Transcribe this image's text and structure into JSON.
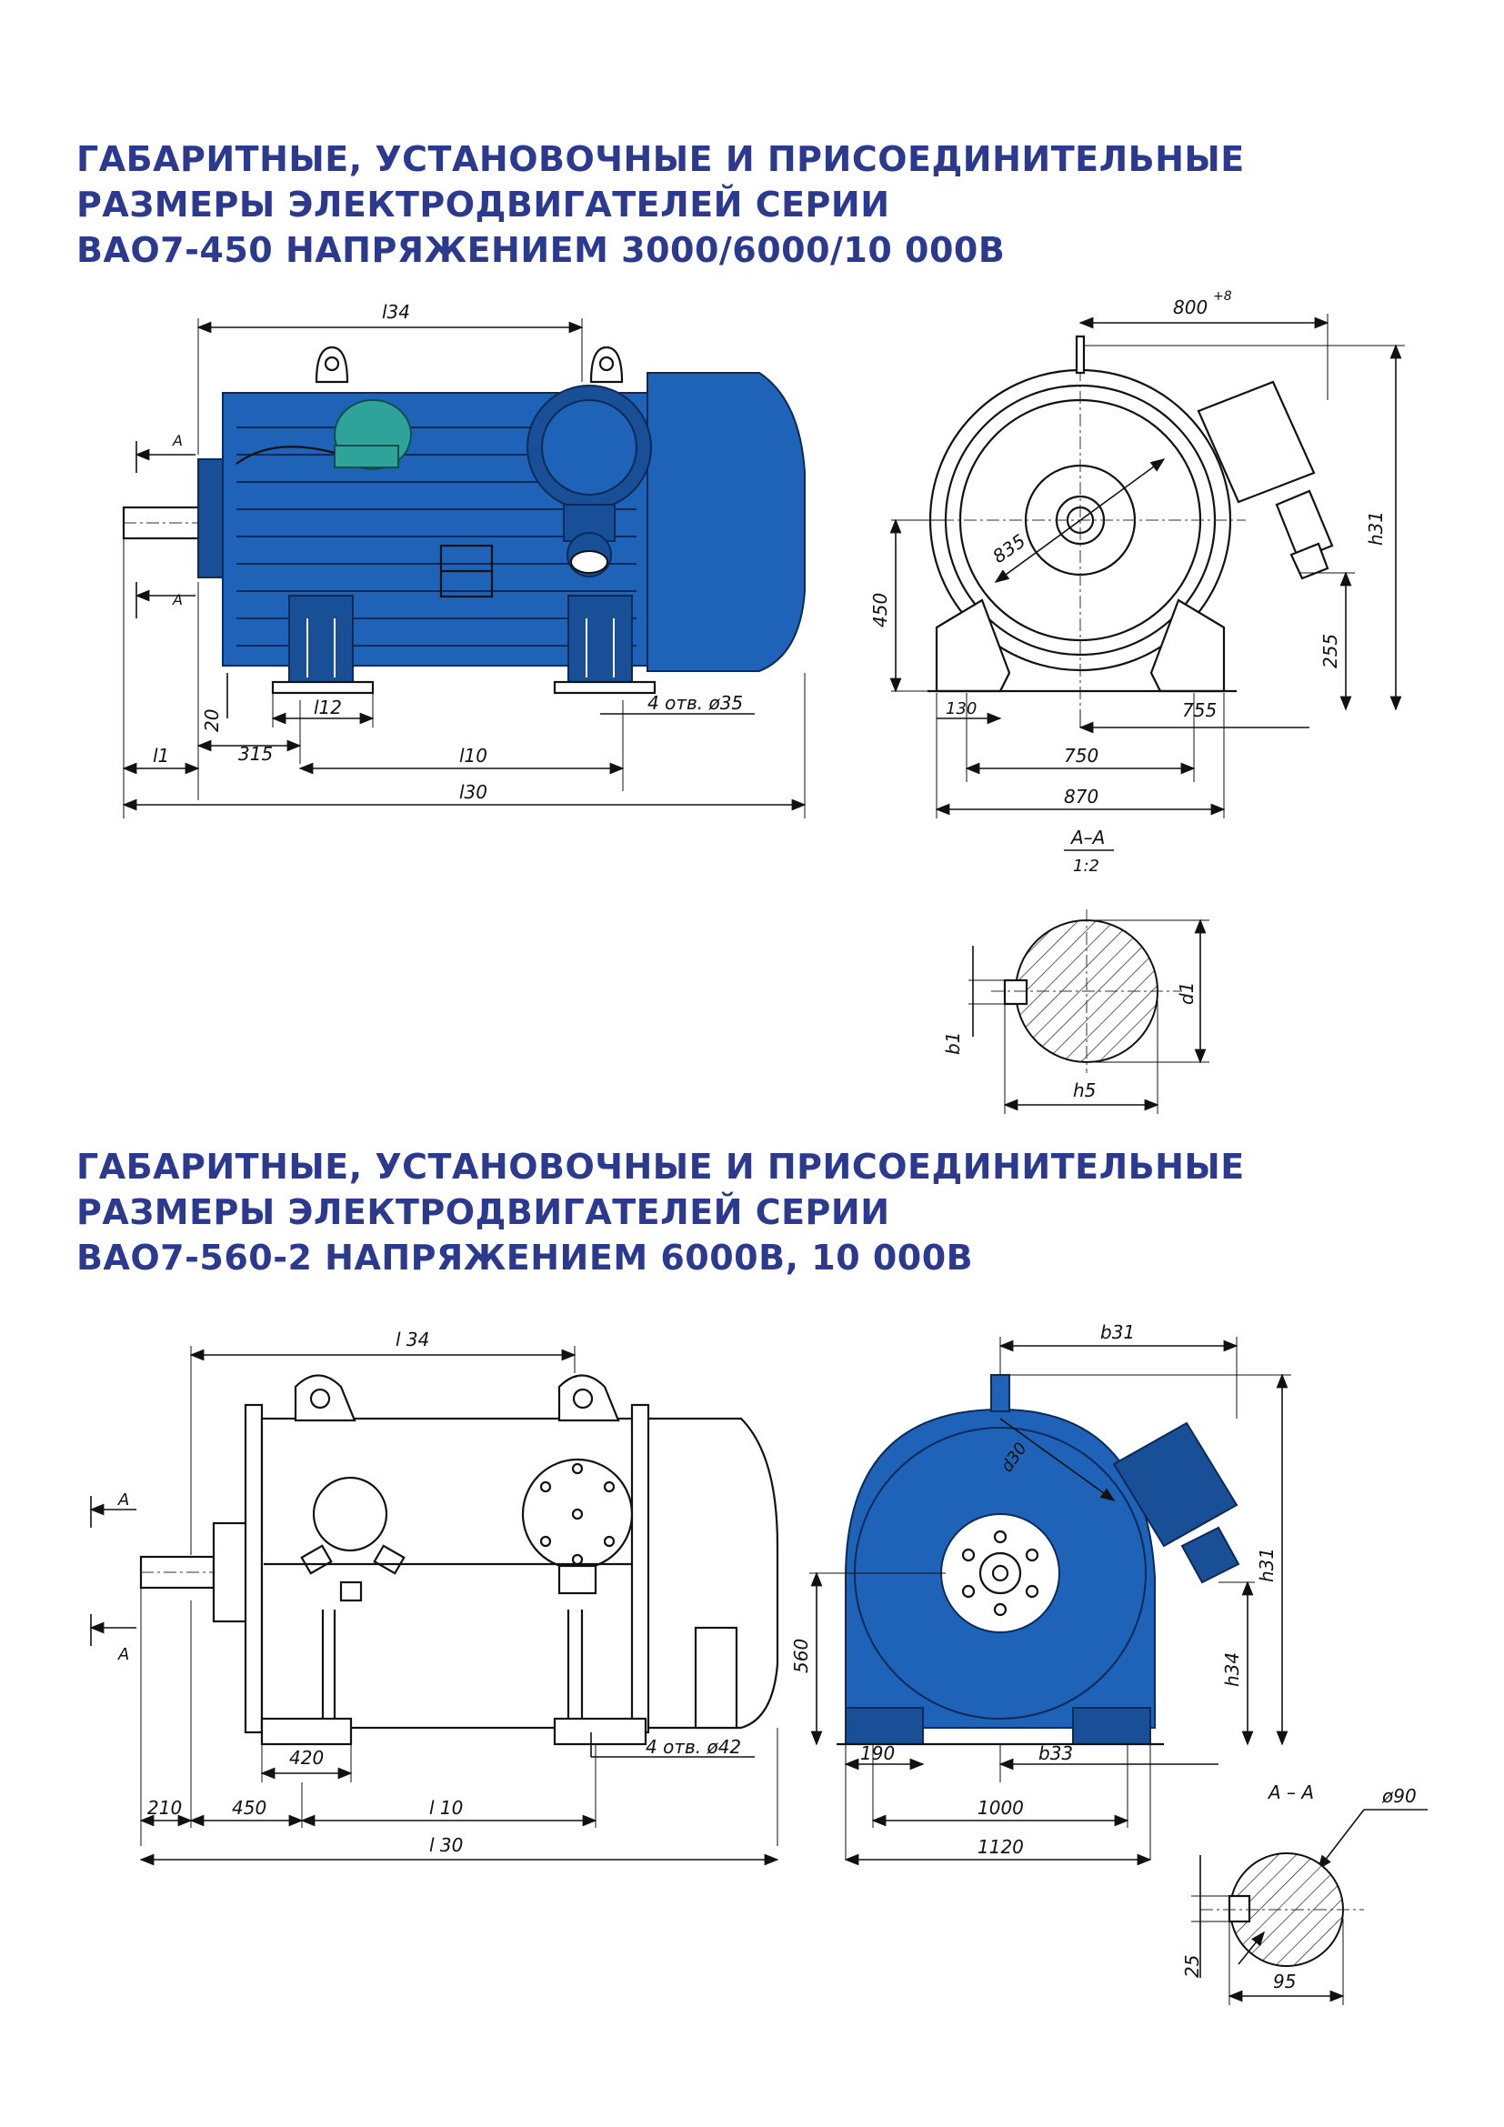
{
  "headings": [
    {
      "lines": [
        "ГАБАРИТНЫЕ, УСТАНОВОЧНЫЕ И ПРИСОЕДИНИТЕЛЬНЫЕ",
        "РАЗМЕРЫ ЭЛЕКТРОДВИГАТЕЛЕЙ СЕРИИ",
        "ВАО7-450 НАПРЯЖЕНИЕМ 3000/6000/10 000В"
      ]
    },
    {
      "lines": [
        "ГАБАРИТНЫЕ, УСТАНОВОЧНЫЕ И ПРИСОЕДИНИТЕЛЬНЫЕ",
        "РАЗМЕРЫ ЭЛЕКТРОДВИГАТЕЛЕЙ СЕРИИ",
        "ВАО7-560-2  НАПРЯЖЕНИЕМ 6000В, 10 000В"
      ]
    }
  ],
  "drawing1": {
    "side_view": {
      "l34": "l34",
      "l1": "l1",
      "l12": "l12",
      "l10": "l10",
      "l30": "l30",
      "d315": "315",
      "d20": "20",
      "holes": "4 отв. ø35",
      "section_mark": "A"
    },
    "front_view": {
      "w800": "800",
      "w800_tol": "+8",
      "d835": "835",
      "h450": "450",
      "h255": "255",
      "h31": "h31",
      "b130": "130",
      "b755": "755",
      "b750": "750",
      "b870": "870"
    },
    "section": {
      "title": "A–A",
      "scale": "1:2",
      "b1": "b1",
      "d1": "d1",
      "h5": "h5"
    }
  },
  "drawing2": {
    "side_view": {
      "l34": "l 34",
      "d420": "420",
      "d210": "210",
      "d450": "450",
      "l10": "l 10",
      "l30": "l 30",
      "holes": "4 отв. ø42",
      "section_mark": "A"
    },
    "front_view": {
      "b31": "b31",
      "d30": "d30",
      "h31": "h31",
      "h34": "h34",
      "h560": "560",
      "b190": "190",
      "b33": "b33",
      "b1000": "1000",
      "b1120": "1120"
    },
    "section": {
      "title": "А – А",
      "d90": "ø90",
      "d25": "25",
      "d95": "95"
    }
  },
  "colors": {
    "heading": "#2b3a8f",
    "motor_blue": "#1f63b8",
    "terminal_teal": "#2fa39a"
  }
}
